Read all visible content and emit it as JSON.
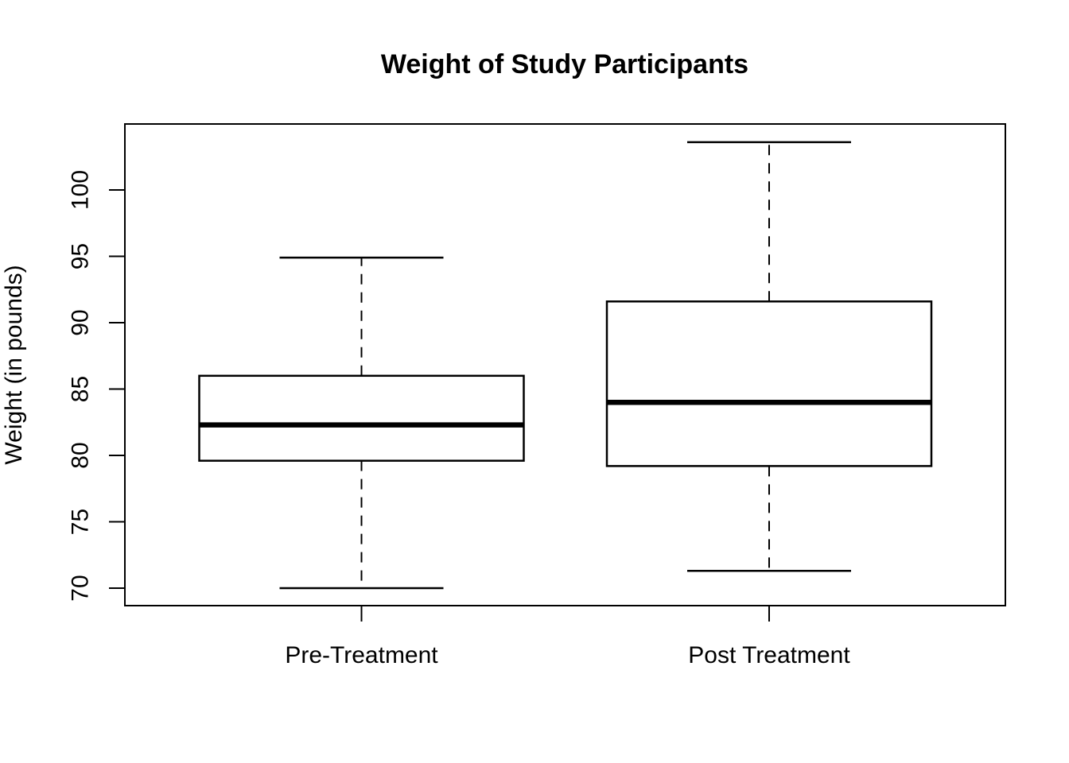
{
  "figure": {
    "background": "#ffffff",
    "foreground": "#000000"
  },
  "chart_data": {
    "type": "boxplot",
    "title": "Weight of Study Participants",
    "ylabel": "Weight (in pounds)",
    "xlabel": "",
    "categories": [
      "Pre-Treatment",
      "Post Treatment"
    ],
    "y_ticks": [
      70,
      75,
      80,
      85,
      90,
      95,
      100
    ],
    "ylim": [
      68.7,
      105.1
    ],
    "grid": false,
    "legend": "none",
    "box_fill": "#ffffff",
    "box_stroke": "#000000",
    "series": [
      {
        "name": "Pre-Treatment",
        "whisker_low": 70.0,
        "q1": 79.6,
        "median": 82.3,
        "q3": 86.0,
        "whisker_high": 94.9,
        "outliers": []
      },
      {
        "name": "Post Treatment",
        "whisker_low": 71.3,
        "q1": 79.2,
        "median": 84.0,
        "q3": 91.6,
        "whisker_high": 103.6,
        "outliers": []
      }
    ]
  }
}
